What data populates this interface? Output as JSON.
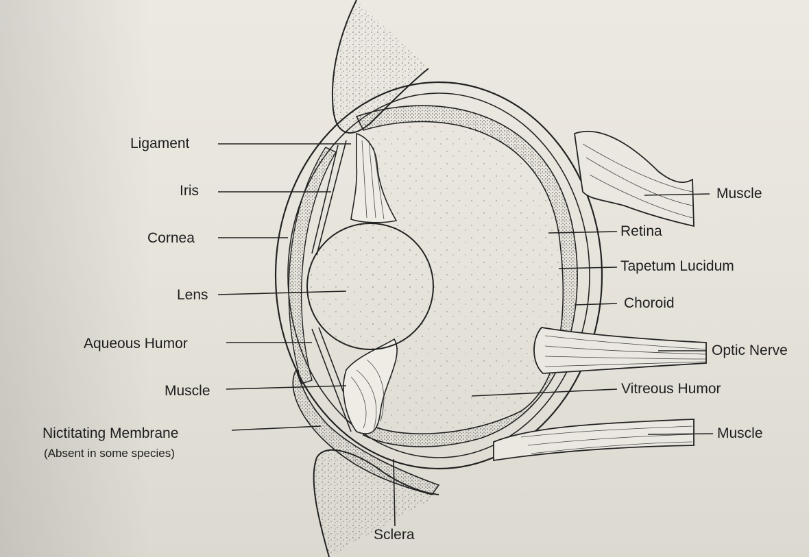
{
  "diagram": {
    "labels_left": {
      "ligament": "Ligament",
      "iris": "Iris",
      "cornea": "Cornea",
      "lens": "Lens",
      "aqueous_humor": "Aqueous Humor",
      "muscle": "Muscle",
      "nictitating_membrane": "Nictitating Membrane",
      "nictitating_note": "(Absent in some species)"
    },
    "labels_right": {
      "muscle_top": "Muscle",
      "retina": "Retina",
      "tapetum_lucidum": "Tapetum Lucidum",
      "choroid": "Choroid",
      "optic_nerve": "Optic Nerve",
      "vitreous_humor": "Vitreous Humor",
      "muscle_bottom": "Muscle"
    },
    "labels_bottom": {
      "sclera": "Sclera"
    }
  }
}
